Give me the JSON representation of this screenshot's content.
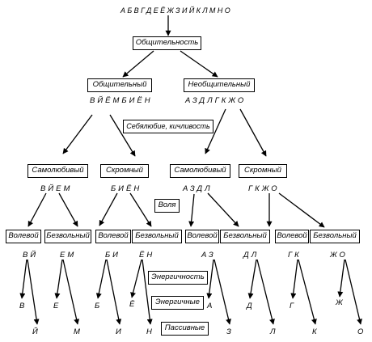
{
  "top_letters": "АБВГДЕЁЖЗИЙКЛМНО",
  "nodes": {
    "sociability": "Общительность",
    "sociable": "Общительный",
    "sociable_letters": "ВЙЁМБИЁН",
    "unsociable": "Необщительный",
    "unsociable_letters": "АЗДЛГКЖО",
    "criterion_selfishness": "Себялюбие, кичливость",
    "selfish_1": "Самолюбивый",
    "selfish_1_letters": "ВЙЕМ",
    "modest_1": "Скромный",
    "modest_1_letters": "БИЁН",
    "selfish_2": "Самолюбивый",
    "selfish_2_letters": "АЗДЛ",
    "modest_2": "Скромный",
    "modest_2_letters": "ГКЖО",
    "criterion_will": "Воля",
    "strong_1": "Волевой",
    "weak_1": "Безвольный",
    "strong_2": "Волевой",
    "weak_2": "Безвольный",
    "strong_3": "Волевой",
    "weak_3": "Безвольный",
    "strong_4": "Волевой",
    "weak_4": "Безвольный",
    "pair_1": "ВЙ",
    "pair_2": "ЕМ",
    "pair_3": "БИ",
    "pair_4": "ЁН",
    "pair_5": "АЗ",
    "pair_6": "ДЛ",
    "pair_7": "ГК",
    "pair_8": "ЖО",
    "criterion_energy": "Энергичность",
    "energetic": "Энергичные",
    "passive": "Пассивные"
  },
  "leaves_energetic": [
    "В",
    "Е",
    "Б",
    "Ё",
    "А",
    "Д",
    "Г",
    "Ж"
  ],
  "leaves_passive": [
    "Й",
    "М",
    "И",
    "Н",
    "З",
    "Л",
    "К",
    "О"
  ]
}
